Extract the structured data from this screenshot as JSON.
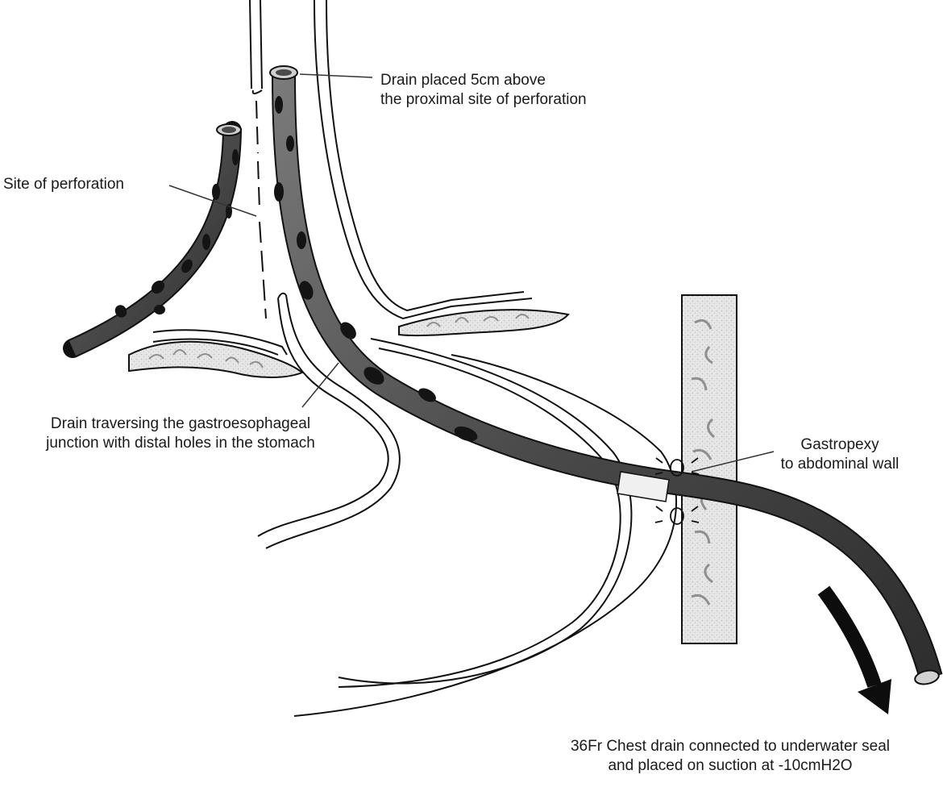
{
  "figure": {
    "labels": {
      "drain_above": [
        "Drain placed 5cm above",
        "the proximal site of perforation"
      ],
      "perforation": "Site of perforation",
      "traversing": [
        "Drain traversing the gastroesophageal",
        "junction with distal holes in the stomach"
      ],
      "gastropexy": [
        "Gastropexy",
        "to abdominal wall"
      ],
      "chest_drain": [
        "36Fr Chest drain connected to underwater seal",
        "and placed on suction at -10cmH2O"
      ]
    },
    "colors": {
      "tube_dark": "#3c3c3c",
      "tube_light": "#8a8a8a",
      "hole": "#141414",
      "outline": "#111111",
      "tissue": "#e2e2e2",
      "fiber": "#8f8f8f",
      "arrow": "#0d0d0d"
    }
  }
}
